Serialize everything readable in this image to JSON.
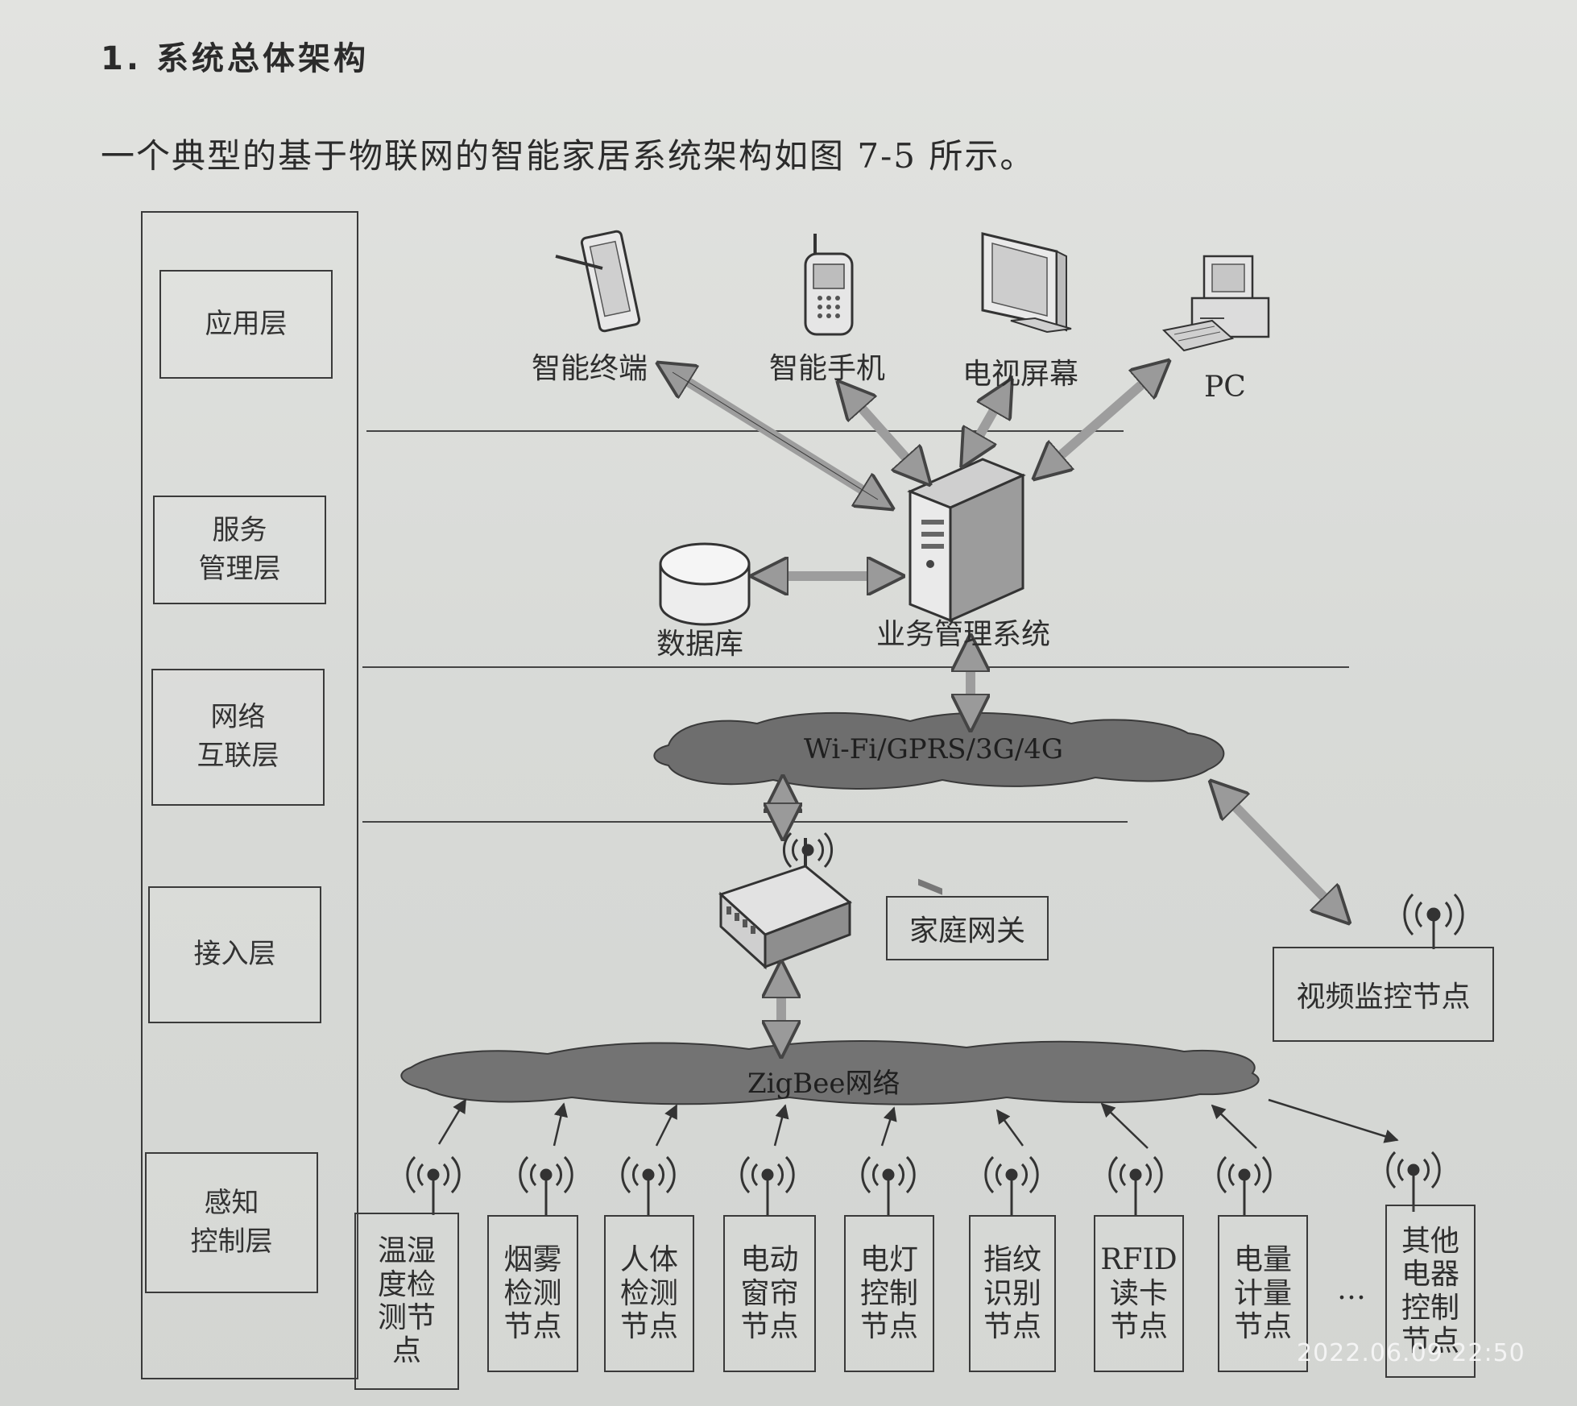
{
  "heading": "1. 系统总体架构",
  "intro": "一个典型的基于物联网的智能家居系统架构如图 7-5 所示。",
  "layers": [
    "应用层",
    "服务\n管理层",
    "网络\n互联层",
    "接入层",
    "感知\n控制层"
  ],
  "devices": {
    "terminal": "智能终端",
    "phone": "智能手机",
    "tv": "电视屏幕",
    "pc": "PC"
  },
  "database": "数据库",
  "business_system": "业务管理系统",
  "network_cloud": "Wi-Fi/GPRS/3G/4G",
  "gateway": "家庭网关",
  "video_node": "视频监控节点",
  "zigbee_cloud": "ZigBee网络",
  "nodes": [
    "温湿\n度检\n测节\n点",
    "烟雾\n检测\n节点",
    "人体\n检测\n节点",
    "电动\n窗帘\n节点",
    "电灯\n控制\n节点",
    "指纹\n识别\n节点",
    "RFID\n读卡\n节点",
    "电量\n计量\n节点",
    "其他\n电器\n控制\n节点"
  ],
  "ellipsis": "…",
  "timestamp": "2022.06.09  22:50"
}
